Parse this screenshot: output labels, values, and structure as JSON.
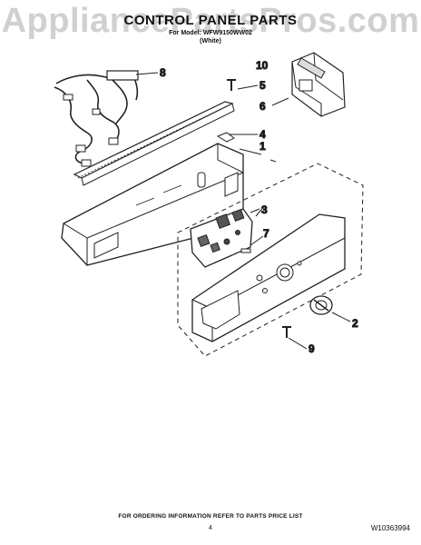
{
  "watermark": "AppliancePartsPros.com",
  "header": {
    "title": "CONTROL PANEL PARTS",
    "model_line": "For Model: WFW9150WW02",
    "color_line": "(White)"
  },
  "callouts": [
    "1",
    "2",
    "3",
    "4",
    "5",
    "6",
    "7",
    "8",
    "9",
    "10"
  ],
  "footer": {
    "ordering_info": "FOR ORDERING INFORMATION REFER TO PARTS PRICE LIST",
    "page_number": "4",
    "document_number": "W10363994"
  }
}
